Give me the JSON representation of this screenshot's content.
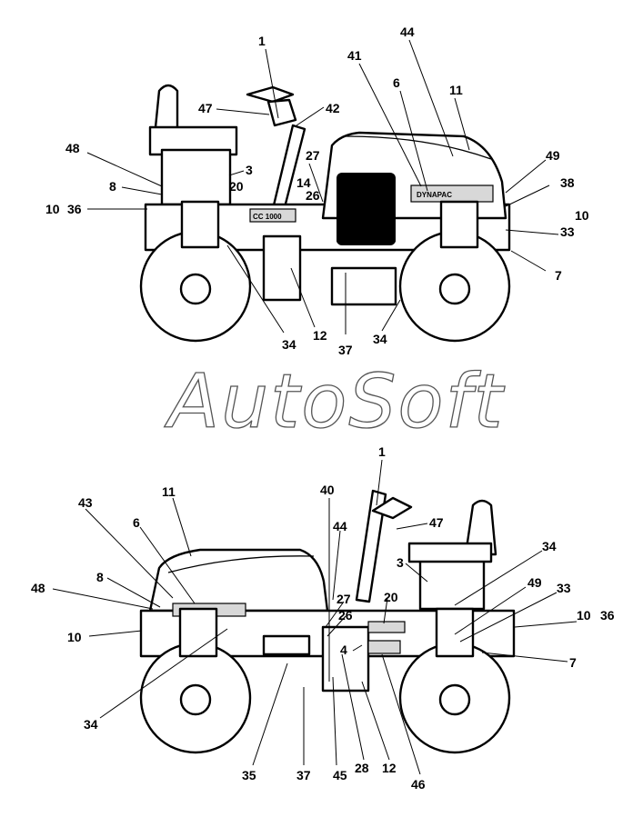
{
  "watermark": "AutoSoft",
  "top_view": {
    "model_decal": "CC 1000",
    "brand_decal": "DYNAPAC",
    "callouts": [
      "1",
      "44",
      "41",
      "6",
      "11",
      "47",
      "42",
      "48",
      "27",
      "49",
      "3",
      "8",
      "20",
      "14",
      "26",
      "38",
      "10",
      "36",
      "10",
      "33",
      "7",
      "34",
      "12",
      "37",
      "34"
    ]
  },
  "bottom_view": {
    "callouts": [
      "1",
      "11",
      "40",
      "43",
      "6",
      "47",
      "44",
      "34",
      "3",
      "49",
      "33",
      "48",
      "8",
      "27",
      "20",
      "10",
      "26",
      "10",
      "36",
      "4",
      "7",
      "34",
      "35",
      "37",
      "45",
      "28",
      "12",
      "46"
    ]
  }
}
